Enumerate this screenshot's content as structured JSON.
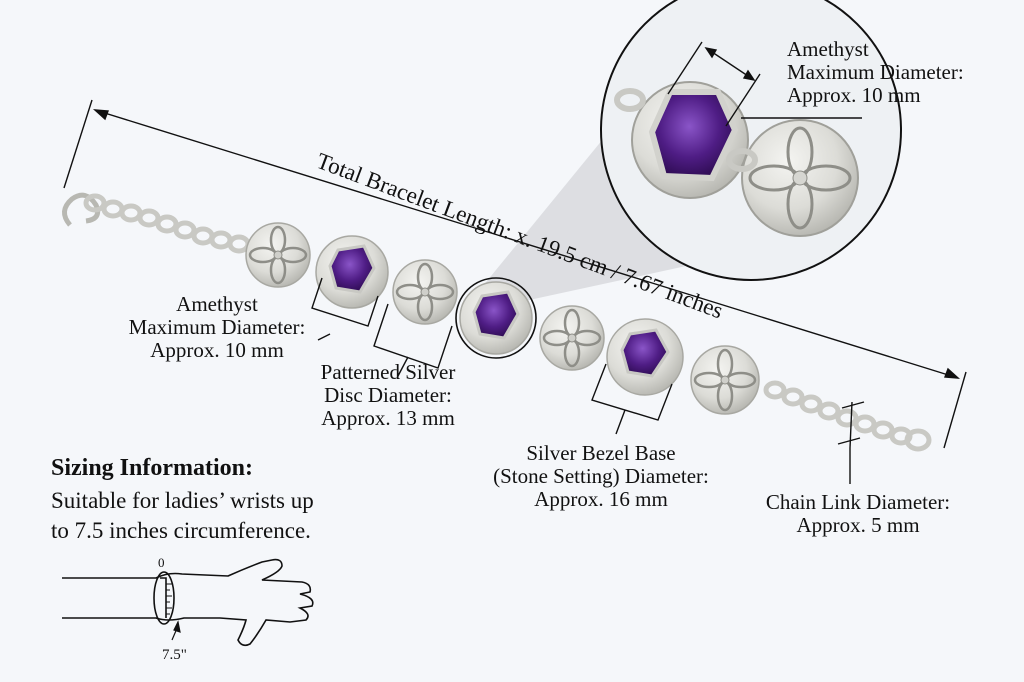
{
  "total_length": {
    "text": "Total Bracelet Length: x. 19.5 cm / 7.67 inches"
  },
  "amethyst_zoom": {
    "line1": "Amethyst",
    "line2": "Maximum Diameter:",
    "line3": "Approx. 10 mm"
  },
  "amethyst": {
    "line1": "Amethyst",
    "line2": "Maximum Diameter:",
    "line3": "Approx. 10 mm"
  },
  "patterned_disc": {
    "line1": "Patterned Silver",
    "line2": "Disc Diameter:",
    "line3": "Approx. 13 mm"
  },
  "bezel_base": {
    "line1": "Silver Bezel Base",
    "line2": "(Stone Setting) Diameter:",
    "line3": "Approx. 16 mm"
  },
  "chain_link": {
    "line1": "Chain Link Diameter:",
    "line2": "Approx. 5 mm"
  },
  "sizing": {
    "title": "Sizing Information:",
    "line1": "Suitable for ladies’ wrists up",
    "line2": "to 7.5 inches circumference."
  },
  "wrist_diagram": {
    "start_label": "0",
    "end_label": "7.5\""
  },
  "colors": {
    "background": "#f5f7fa",
    "silver": "#d6d6d2",
    "silver_dark": "#9a9a94",
    "amethyst": "#4a1a78",
    "amethyst_light": "#7a45b0",
    "ink": "#111111"
  }
}
